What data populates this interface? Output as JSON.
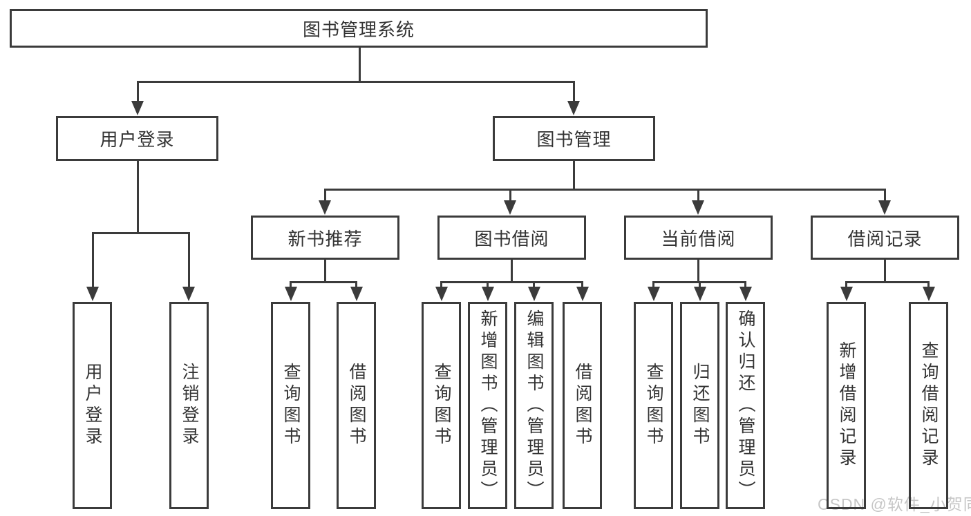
{
  "diagram": {
    "title": "图书管理系统",
    "level2": [
      {
        "label": "用户登录",
        "leaves": [
          "用户登录",
          "注销登录"
        ]
      },
      {
        "label": "图书管理"
      }
    ],
    "level3": [
      {
        "label": "新书推荐",
        "leaves": [
          "查询图书",
          "借阅图书"
        ]
      },
      {
        "label": "图书借阅",
        "leaves": [
          "查询图书",
          "新增图书（管理员）",
          "编辑图书（管理员）",
          "借阅图书"
        ]
      },
      {
        "label": "当前借阅",
        "leaves": [
          "查询图书",
          "归还图书",
          "确认归还（管理员）"
        ]
      },
      {
        "label": "借阅记录",
        "leaves": [
          "新增借阅记录",
          "查询借阅记录"
        ]
      }
    ],
    "watermark": "CSDN @软件_小贺同学",
    "colors": {
      "line": "#3b3b3b",
      "text": "#333333",
      "watermark": "#c6c6c6",
      "background": "#ffffff"
    }
  }
}
